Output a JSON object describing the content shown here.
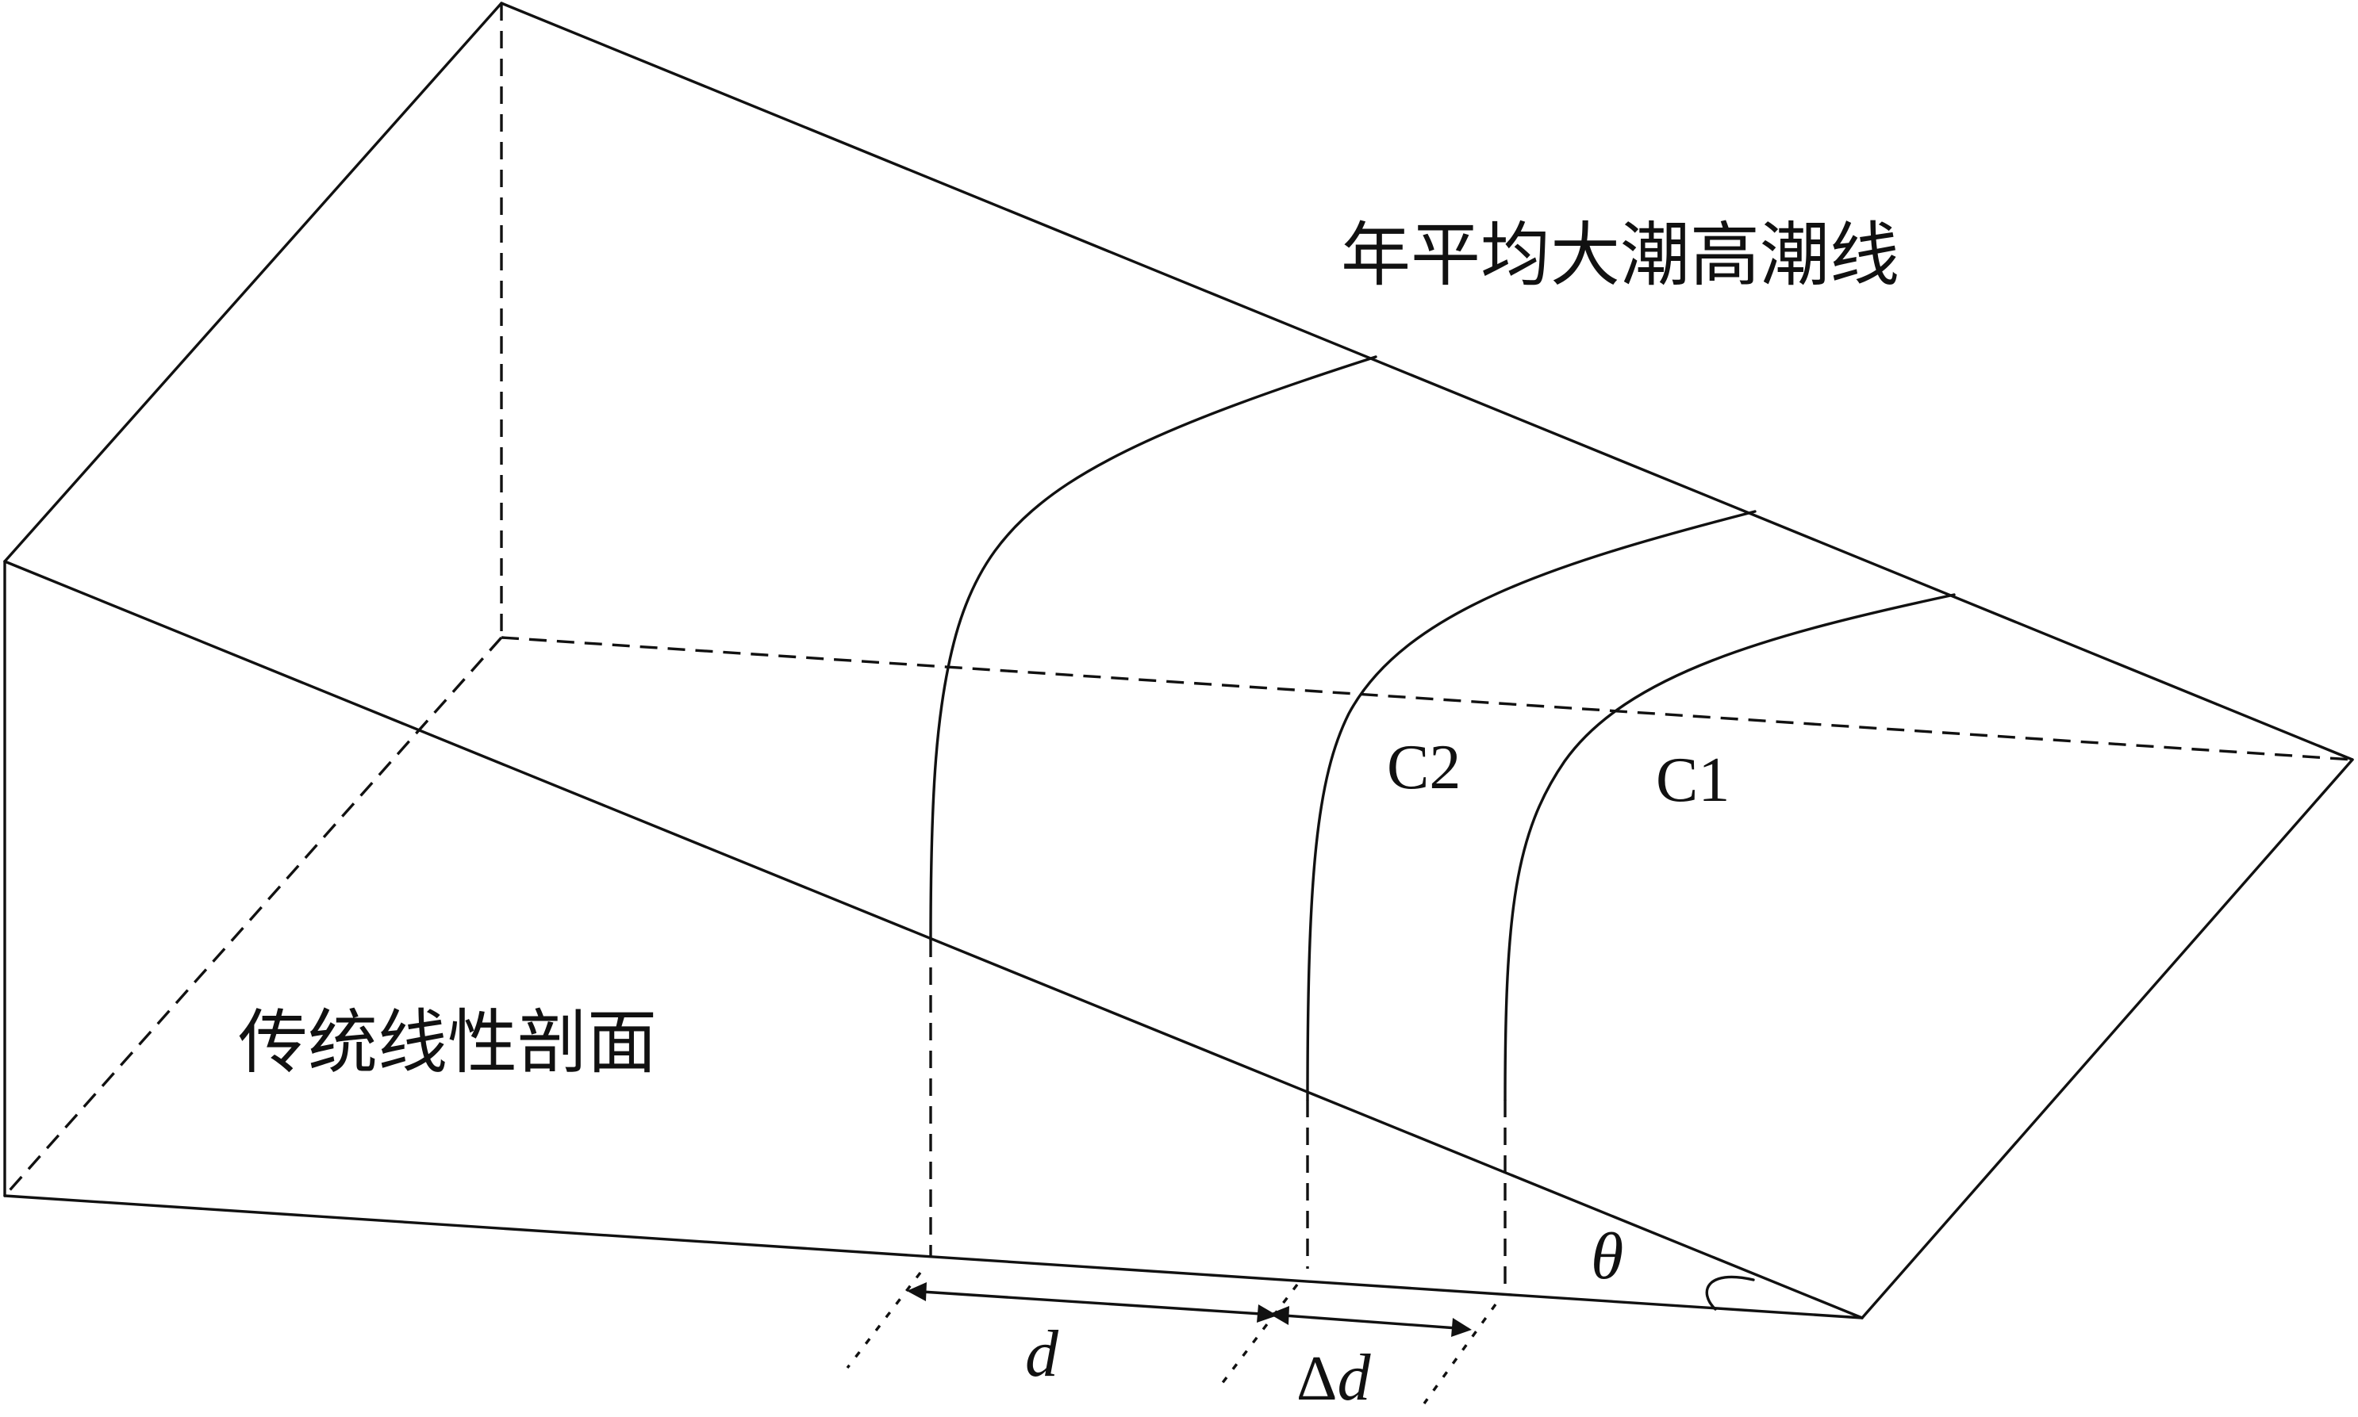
{
  "labels": {
    "high_tide_line": "年平均大潮高潮线",
    "linear_profile": "传统线性剖面",
    "curve_c1": "C1",
    "curve_c2": "C2",
    "distance_d": "d",
    "delta_symbol": "Δ",
    "delta_d_var": "d",
    "angle": "θ"
  },
  "colors": {
    "stroke": "#111111",
    "background": "#ffffff"
  }
}
